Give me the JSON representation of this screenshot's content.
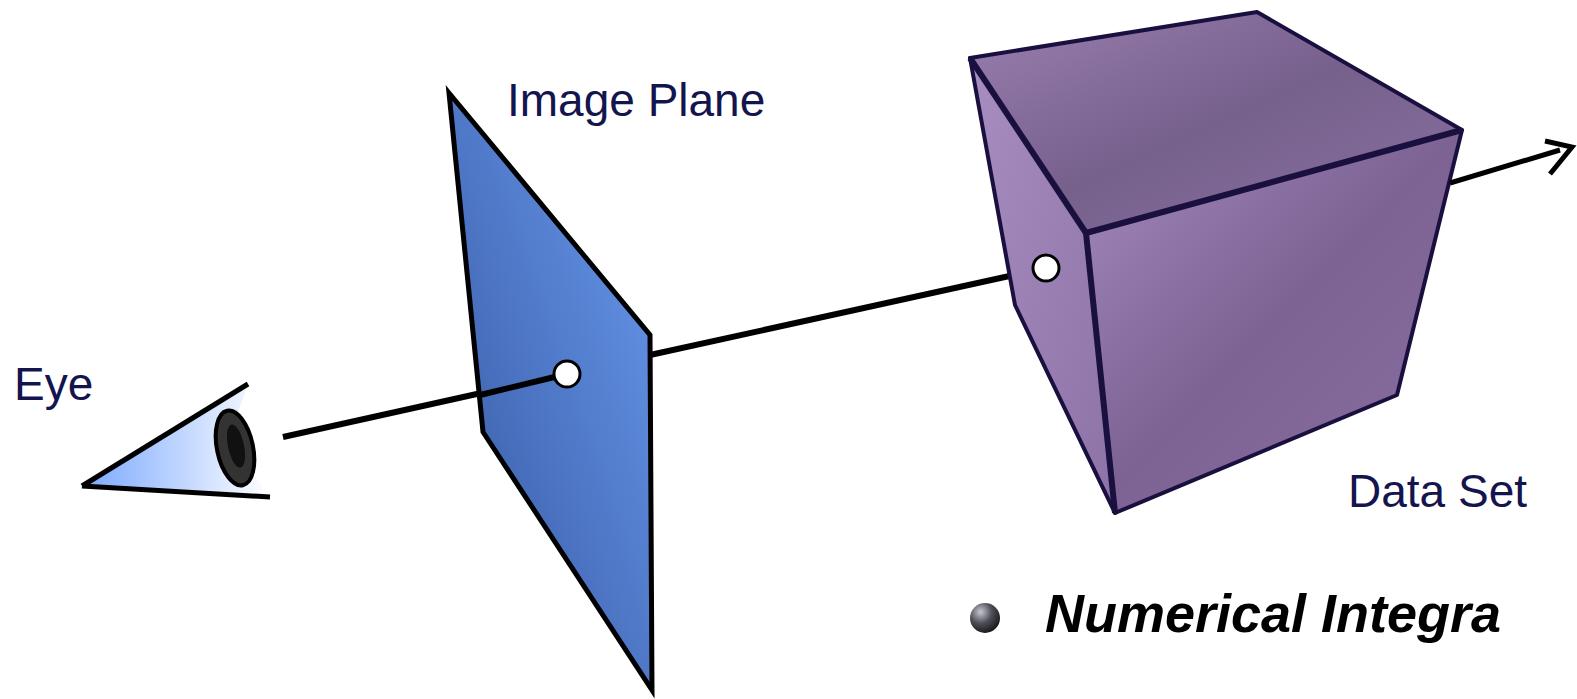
{
  "diagram": {
    "labels": [
      "Image Plane",
      "Eye",
      "Data Set",
      "Numerical Integra"
    ]
  }
}
